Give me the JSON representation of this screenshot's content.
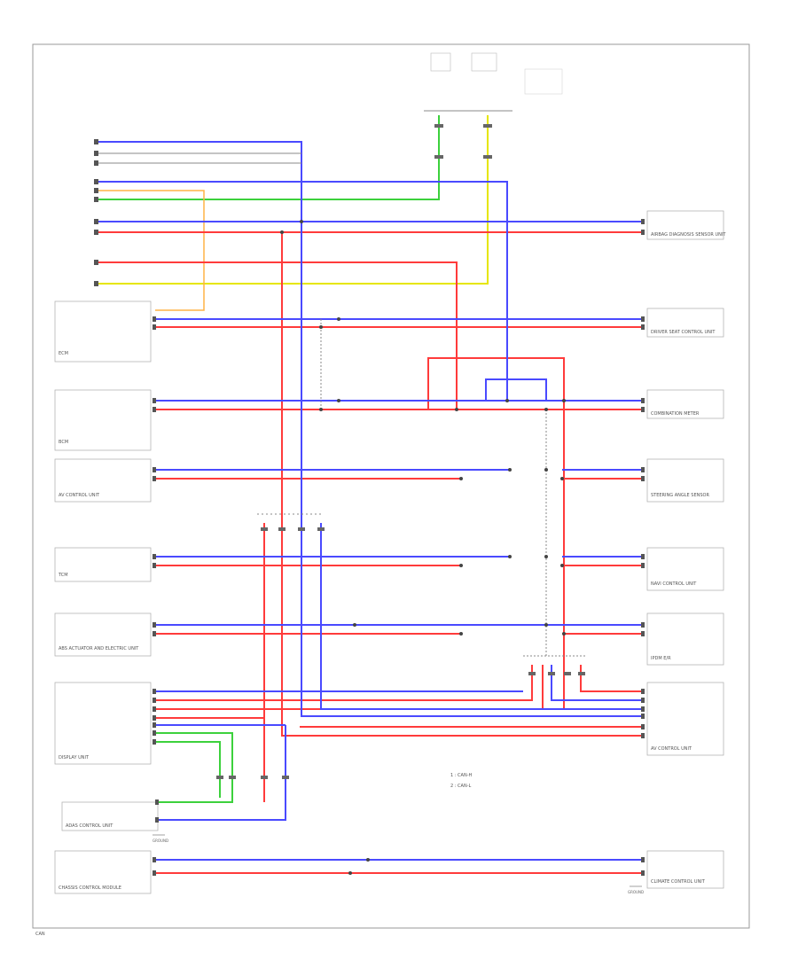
{
  "diagram": {
    "page_footer": "CAN",
    "legend": [
      {
        "label": "1 : CAN-H",
        "color": "#e53935"
      },
      {
        "label": "2 : CAN-L",
        "color": "#3949ab"
      }
    ],
    "components": {
      "hvac": "CLIMATE CONTROL UNIT",
      "driver_seat": "DRIVER SEAT CONTROL UNIT",
      "airbag_unit": "AIRBAG DIAGNOSIS SENSOR UNIT",
      "ipdm": "IPDM E/R",
      "body_ctrl": "BCM",
      "combination_meter": "COMBINATION METER",
      "steering_angle": "STEERING ANGLE SENSOR",
      "abs_unit": "ABS ACTUATOR AND ELECTRIC UNIT",
      "tcm": "TCM",
      "ecm": "ECM",
      "av_left": "AV CONTROL UNIT",
      "av_right": "AV CONTROL UNIT",
      "display": "DISPLAY UNIT",
      "nav": "NAVI CONTROL UNIT",
      "adas": "ADAS CONTROL UNIT",
      "chassis": "CHASSIS CONTROL MODULE"
    },
    "ground_labels": [
      "GROUND",
      "GROUND"
    ],
    "wire_colors": {
      "red": "#ff3b3b",
      "blue": "#4a4aff",
      "green": "#3cd13c",
      "yellow": "#e6e600",
      "orange": "#ffb347",
      "gray": "#888888"
    }
  }
}
